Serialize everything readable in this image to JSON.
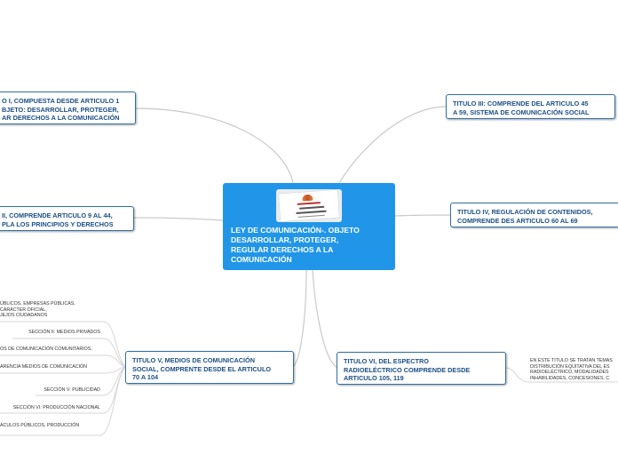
{
  "central": {
    "title": "LEY DE COMUNICACIÓN-. OBJETO\nDESARROLLAR, PROTEGER,\nREGULAR DERECHOS A LA\nCOMUNICACIÓN",
    "image_alt": "LEY ORGÁNICA DE COMUNICACIÓN"
  },
  "topics": {
    "titulo_i": "O I, COMPUESTA DESDE ARTICULO 1\nBJETO: DESARROLLAR, PROTEGER,\nAR DERECHOS A LA COMUNICACIÓN",
    "titulo_ii": "II, COMPRENDE ARTICULO 9 AL 44,\nPLA LOS PRINCIPIOS Y DERECHOS",
    "titulo_iii": "TITULO III: COMPRENDE DEL ARTICULO 45\nA 59, SISTEMA DE COMUNICACIÓN SOCIAL",
    "titulo_iv": "TITULO IV, REGULACIÓN DE CONTENIDOS,\nCOMPRENDE DES ARTICULO 60 AL 69",
    "titulo_v": "TITULO V, MEDIOS DE COMUNICACIÓN\nSOCIAL, COMPRENTE DESDE EL ARTICULO\n70 A 104",
    "titulo_vi": "TITULO VI, DEL ESPECTRO\nRADIOELÉCTRICO COMPRENDE DESDE\nARTICULO 105, 119"
  },
  "titulo_v_subtopics": [
    "ÚBLICOS, EMPRESAS PÚBLICAS,\nCARÁCTER OFICIAL,\nJEJOS CIUDADANOS",
    "SECCIÓN II: MEDIOS PRIVADOS",
    "OS DE COMUNICACIÓN COMUNITARIOS,",
    "ARENCIA MEDIOS DE COMUNICACIÓN",
    "SECCIÓN V: PUBLICIDAD",
    "SECCIÓN VI: PRODUCCIÓN NACIONAL",
    "ÁCULOS PÚBLICOS, PRODUCCIÓN"
  ],
  "titulo_vi_subtopics": [
    "EN ESTE TITULO SE TRATAN TEMAS\nDISTRIBUCIÓN EQUITATIVA DEL ES\nRADIOELÉCTRICO, MODALIDADES\nINHABILIDADES, CONCESIONES, C"
  ],
  "colors": {
    "central_fill": "#2196e8",
    "node_border": "#2f6fa8",
    "node_text": "#1b4f86",
    "connector": "#c9c9c9"
  }
}
